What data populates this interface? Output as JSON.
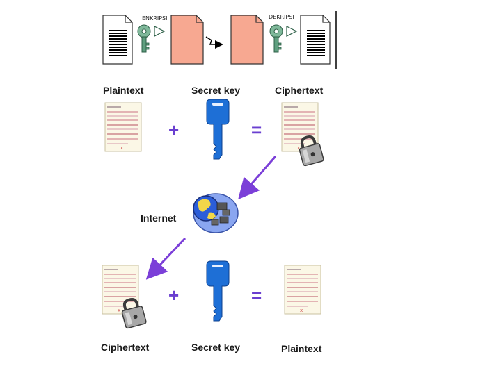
{
  "top_diagram": {
    "encrypt_label": "ENKRIPSI",
    "decrypt_label": "DEKRIPSI"
  },
  "flow": {
    "top_row": {
      "left_label": "Plaintext",
      "middle_label": "Secret key",
      "right_label": "Ciphertext",
      "plus": "+",
      "equals": "="
    },
    "network_label": "Internet",
    "bottom_row": {
      "left_label": "Ciphertext",
      "middle_label": "Secret key",
      "right_label": "Plaintext",
      "plus": "+",
      "equals": "="
    }
  },
  "colors": {
    "doc_salmon": "#f7a891",
    "key_blue": "#1e6fd6",
    "arrow_purple": "#7b3fd8",
    "operator": "#6a3fd0",
    "key_green": "#5f9f7f"
  }
}
